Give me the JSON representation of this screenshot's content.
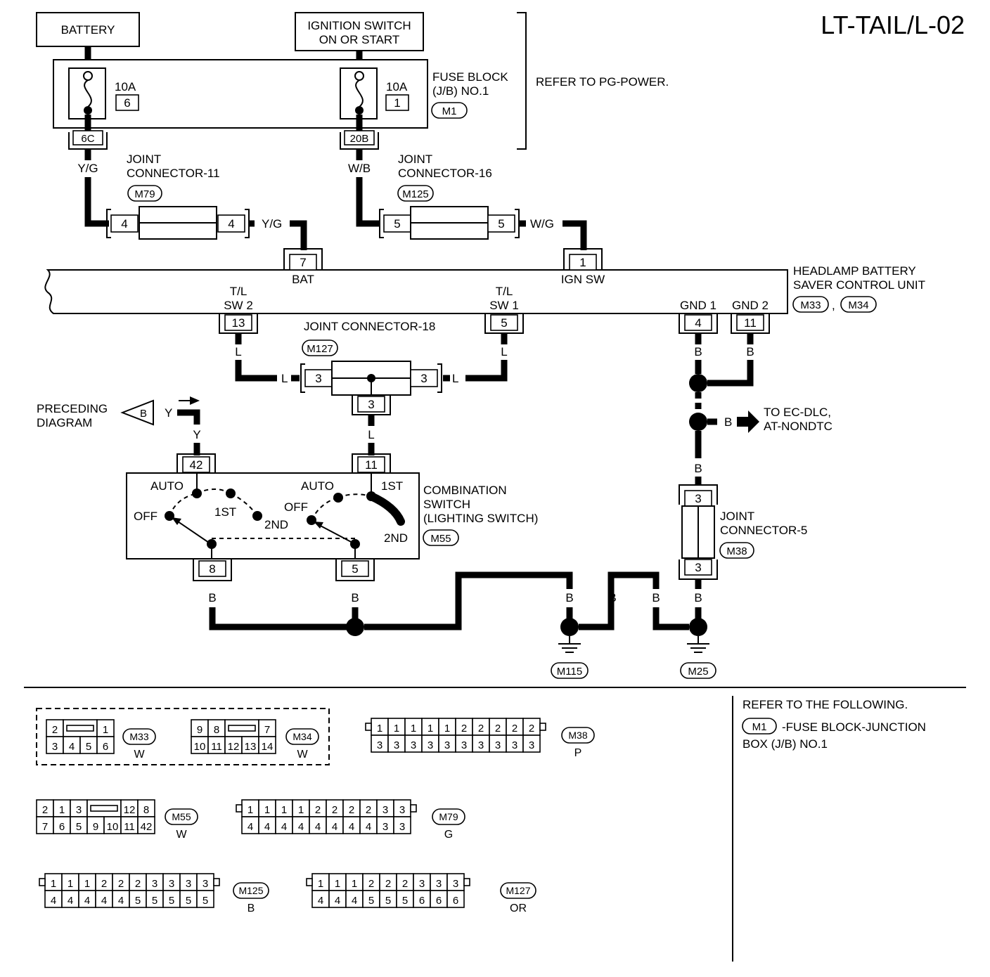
{
  "page_title": "LT-TAIL/L-02",
  "battery": "BATTERY",
  "ignition": [
    "IGNITION SWITCH",
    "ON OR START"
  ],
  "fuse_block": {
    "label": [
      "FUSE BLOCK",
      "(J/B) NO.1"
    ],
    "connector": "M1",
    "refer": "REFER TO PG-POWER.",
    "fuse1": {
      "amps": "10A",
      "num": "6",
      "terminal": "6C"
    },
    "fuse2": {
      "amps": "10A",
      "num": "1",
      "terminal": "20B"
    }
  },
  "jc11": {
    "label": [
      "JOINT",
      "CONNECTOR-11"
    ],
    "connector": "M79",
    "pin_in": "4",
    "pin_out": "4"
  },
  "jc16": {
    "label": [
      "JOINT",
      "CONNECTOR-16"
    ],
    "connector": "M125",
    "pin_in": "5",
    "pin_out": "5"
  },
  "jc18": {
    "label": "JOINT CONNECTOR-18",
    "connector": "M127",
    "pin_left": "3",
    "pin_right": "3",
    "pin_bottom": "3"
  },
  "jc5": {
    "label": [
      "JOINT",
      "CONNECTOR-5"
    ],
    "connector": "M38",
    "pin_top": "3",
    "pin_bottom": "3"
  },
  "unit": {
    "label": [
      "HEADLAMP BATTERY",
      "SAVER CONTROL UNIT"
    ],
    "conn_a": "M33",
    "sep": ",",
    "conn_b": "M34",
    "pins": {
      "bat": {
        "num": "7",
        "label": "BAT"
      },
      "ign": {
        "num": "1",
        "label": "IGN SW"
      },
      "tlsw2": {
        "num": "13",
        "label": [
          "T/L",
          "SW 2"
        ]
      },
      "tlsw1": {
        "num": "5",
        "label": [
          "T/L",
          "SW 1"
        ]
      },
      "gnd1": {
        "num": "4",
        "label": "GND 1"
      },
      "gnd2": {
        "num": "11",
        "label": "GND 2"
      }
    }
  },
  "wires": {
    "yg": "Y/G",
    "wb": "W/B",
    "wg": "W/G",
    "l": "L",
    "y": "Y",
    "b": "B"
  },
  "preceding": [
    "PRECEDING",
    "DIAGRAM"
  ],
  "preceding_tag": "B",
  "to_ec": [
    "TO EC-DLC,",
    "AT-NONDTC"
  ],
  "combo": {
    "label": [
      "COMBINATION",
      "SWITCH",
      "(LIGHTING SWITCH)"
    ],
    "connector": "M55",
    "pin_top_left": "42",
    "pin_top_right": "11",
    "pin_bottom_left": "8",
    "pin_bottom_right": "5",
    "pos": {
      "auto": "AUTO",
      "off": "OFF",
      "first": "1ST",
      "second": "2ND"
    }
  },
  "grounds": {
    "g1": "M115",
    "g2": "M25"
  },
  "refer_box": {
    "title": "REFER TO THE FOLLOWING.",
    "conn": "M1",
    "desc1": "-FUSE BLOCK-JUNCTION",
    "desc2": "BOX (J/B) NO.1"
  },
  "connector_views": {
    "m33": {
      "id": "M33",
      "color": "W",
      "top": [
        "2",
        "",
        "1"
      ],
      "bottom": [
        "3",
        "4",
        "5",
        "6"
      ]
    },
    "m34": {
      "id": "M34",
      "color": "W",
      "top": [
        "9",
        "8",
        "",
        "7"
      ],
      "bottom": [
        "10",
        "11",
        "12",
        "13",
        "14"
      ]
    },
    "m38": {
      "id": "M38",
      "color": "P",
      "top": [
        "1",
        "1",
        "1",
        "1",
        "1",
        "2",
        "2",
        "2",
        "2",
        "2"
      ],
      "bottom": [
        "3",
        "3",
        "3",
        "3",
        "3",
        "3",
        "3",
        "3",
        "3",
        "3"
      ]
    },
    "m55": {
      "id": "M55",
      "color": "W",
      "top": [
        "2",
        "1",
        "3",
        "",
        "12",
        "8"
      ],
      "bottom": [
        "7",
        "6",
        "5",
        "9",
        "10",
        "11",
        "42"
      ]
    },
    "m79": {
      "id": "M79",
      "color": "G",
      "top": [
        "1",
        "1",
        "1",
        "1",
        "2",
        "2",
        "2",
        "2",
        "3",
        "3"
      ],
      "bottom": [
        "4",
        "4",
        "4",
        "4",
        "4",
        "4",
        "4",
        "4",
        "3",
        "3"
      ]
    },
    "m125": {
      "id": "M125",
      "color": "B",
      "top": [
        "1",
        "1",
        "1",
        "2",
        "2",
        "2",
        "3",
        "3",
        "3",
        "3"
      ],
      "bottom": [
        "4",
        "4",
        "4",
        "4",
        "4",
        "5",
        "5",
        "5",
        "5",
        "5"
      ]
    },
    "m127": {
      "id": "M127",
      "color": "OR",
      "top": [
        "1",
        "1",
        "1",
        "2",
        "2",
        "2",
        "3",
        "3",
        "3"
      ],
      "bottom": [
        "4",
        "4",
        "4",
        "5",
        "5",
        "5",
        "6",
        "6",
        "6"
      ]
    }
  }
}
